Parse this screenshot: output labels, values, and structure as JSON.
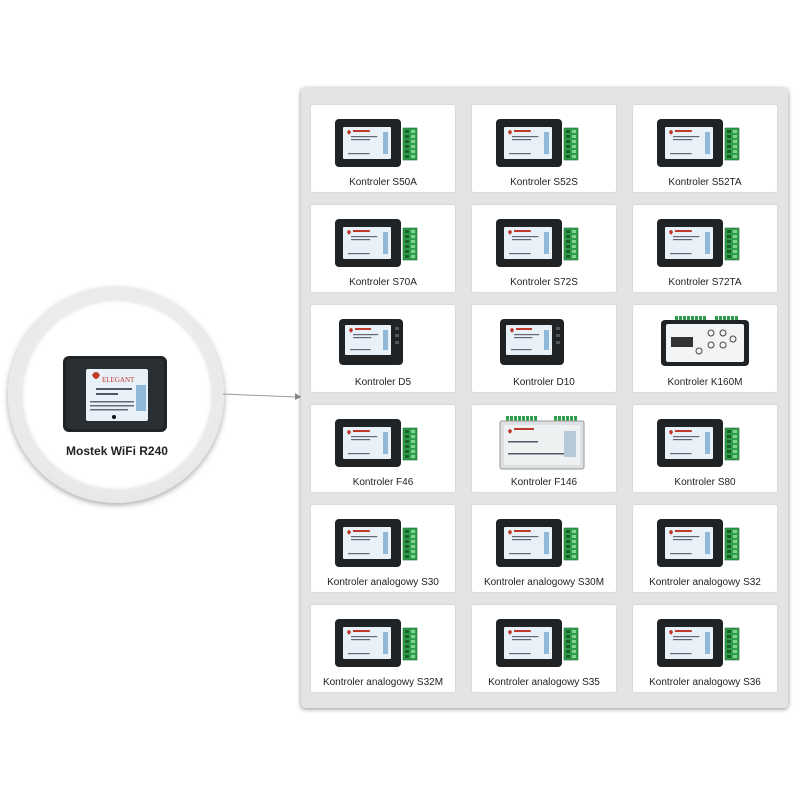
{
  "featured": {
    "caption": "Mostek WiFi R240",
    "brand": "ELEGANT"
  },
  "brand": "ELEGANT",
  "colors": {
    "housing": "#1f2326",
    "sticker": "#e8f1f8",
    "terminal": "#2f9e4a",
    "panel": "#e4e4e4",
    "logo": "#c0392b"
  },
  "products": [
    {
      "label": "Kontroler S50A",
      "style": "box-terminal"
    },
    {
      "label": "Kontroler S52S",
      "style": "box-terminal"
    },
    {
      "label": "Kontroler S52TA",
      "style": "box-terminal"
    },
    {
      "label": "Kontroler S70A",
      "style": "box-terminal"
    },
    {
      "label": "Kontroler S72S",
      "style": "box-terminal"
    },
    {
      "label": "Kontroler S72TA",
      "style": "box-terminal"
    },
    {
      "label": "Kontroler D5",
      "style": "small-box"
    },
    {
      "label": "Kontroler D10",
      "style": "small-box"
    },
    {
      "label": "Kontroler K160M",
      "style": "keypad"
    },
    {
      "label": "Kontroler F46",
      "style": "box-terminal"
    },
    {
      "label": "Kontroler F146",
      "style": "white-box"
    },
    {
      "label": "Kontroler S80",
      "style": "box-terminal"
    },
    {
      "label": "Kontroler analogowy S30",
      "style": "box-terminal"
    },
    {
      "label": "Kontroler analogowy S30M",
      "style": "box-terminal"
    },
    {
      "label": "Kontroler analogowy S32",
      "style": "box-terminal"
    },
    {
      "label": "Kontroler analogowy S32M",
      "style": "box-terminal"
    },
    {
      "label": "Kontroler analogowy S35",
      "style": "box-terminal"
    },
    {
      "label": "Kontroler analogowy S36",
      "style": "box-terminal"
    }
  ]
}
